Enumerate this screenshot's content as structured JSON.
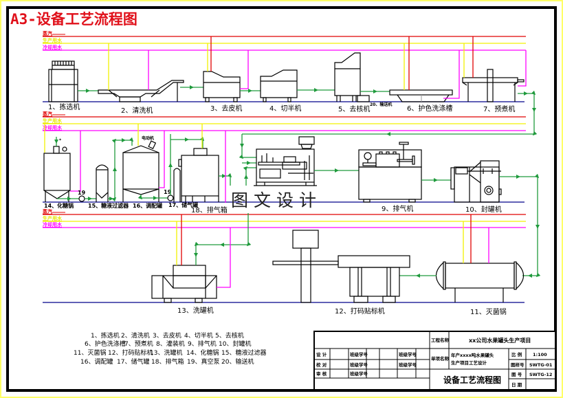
{
  "title": "A3-设备工艺流程图",
  "colors": {
    "steam": "#e00000",
    "process_water": "#ffff00",
    "cooling_water": "#ff00ff",
    "material_flow": "#1f9a3c",
    "floor_line": "#00008b",
    "title": "#e0101a"
  },
  "pipe_legend": {
    "steam": "蒸汽",
    "process_water": "生产用水",
    "cooling_water": "冷却用水"
  },
  "equipment_labels": {
    "e1": "1、拣选机",
    "e2": "2、清洗机",
    "e3": "3、去皮机",
    "e4": "4、切半机",
    "e5": "5、去核机",
    "e6": "6、护色洗涤槽",
    "e7": "7、预煮机",
    "e9": "9、排气机",
    "e10": "10、封罐机",
    "e11": "11、灭菌锅",
    "e12": "12、打码贴标机",
    "e13": "13、洗罐机",
    "e14": "14、化糖锅",
    "e15": "15、糖液过滤器",
    "e16": "16、调配罐",
    "e17": "17、储气罐",
    "e18": "18、排气箱",
    "e20": "20、输送机",
    "pump": "19",
    "motor": "电动机"
  },
  "watermark": "图文设计",
  "legend_list": [
    [
      "1、拣选机",
      "2、清洗机",
      "3、去皮机",
      "4、切半机",
      "5、去核机"
    ],
    [
      "6、护色洗涤槽",
      "7、预煮机",
      "8、灌装机",
      "9、排气机",
      "10、封罐机"
    ],
    [
      "11、灭菌锅",
      "12、打码贴标机",
      "13、洗罐机",
      "14、化糖锅",
      "15、糖液过滤器"
    ],
    [
      "16、调配罐",
      "17、储气罐",
      "18、排气箱",
      "19、真空泵",
      "20、输送机"
    ]
  ],
  "title_block": {
    "project_name_label": "工程名称",
    "project_name": "xx公司水果罐头生产项目",
    "design_label": "设 计",
    "check_label": "校 对",
    "review_label": "审 核",
    "class_id_1": "班级学号",
    "class_id_2": "班级学号",
    "class_id_3": "班级学号",
    "class_id_4": "班级学号",
    "class_id_5": "班级学号",
    "item_name_label": "单项名称",
    "item_name_line1": "年产xxxx吨水果罐头",
    "item_name_line2": "生产项目工艺设计",
    "drawing_title": "设备工艺流程图",
    "scale_label": "比 例",
    "scale_value": "1:100",
    "sheet_no_label": "图样号",
    "sheet_no_value": "SWTG-01",
    "drawing_no_label": "图 号",
    "drawing_no_value": "SWTG-12",
    "date_label": "日 期",
    "date_value": ""
  }
}
